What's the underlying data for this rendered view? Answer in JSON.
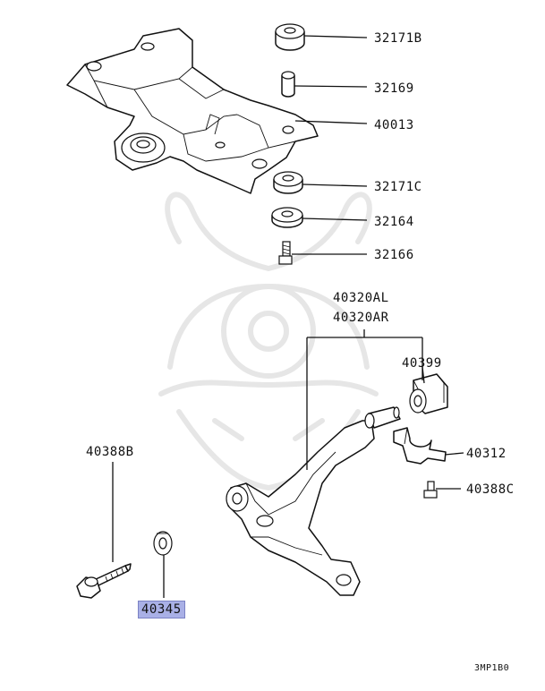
{
  "parts": {
    "p32171B": "32171B",
    "p32169": "32169",
    "p40013": "40013",
    "p32171C": "32171C",
    "p32164": "32164",
    "p32166": "32166",
    "p40320AL": "40320AL",
    "p40320AR": "40320AR",
    "p40399": "40399",
    "p40312": "40312",
    "p40388C": "40388C",
    "p40388B": "40388B",
    "p40345": "40345"
  },
  "highlighted_part": "40345",
  "diagram_code": "3MP1B0",
  "colors": {
    "highlight": "#a9b0e6",
    "line": "#111111",
    "watermark": "#e4e4e4"
  }
}
